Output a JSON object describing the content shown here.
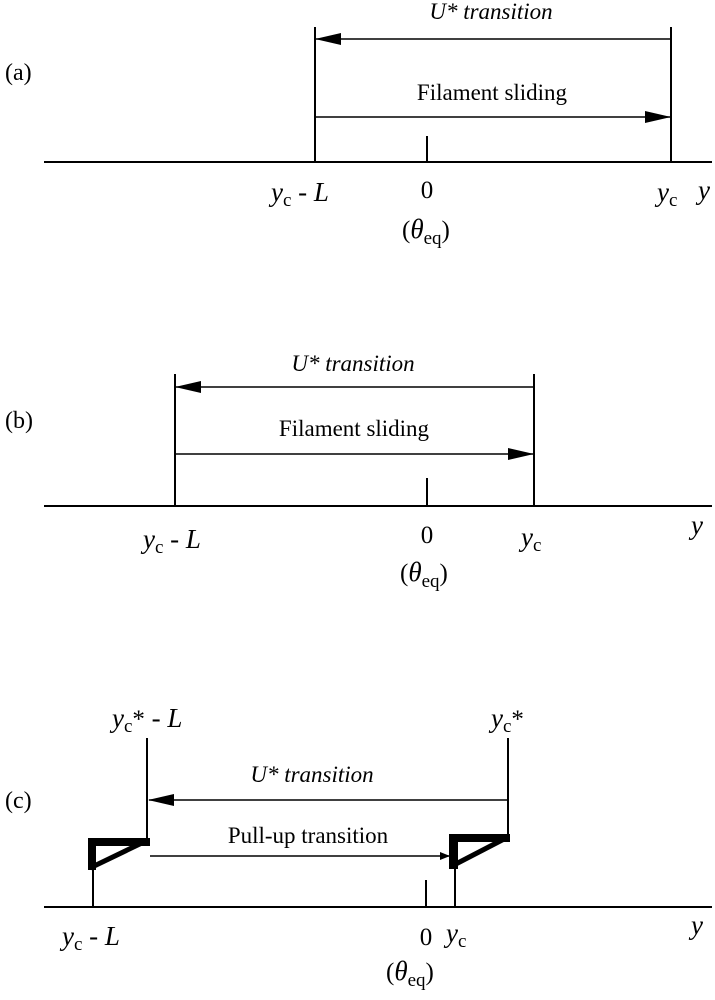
{
  "panels": [
    {
      "label": "(a)",
      "top_arrow_caption": "U* transition",
      "bottom_arrow_caption": "Filament sliding",
      "tick_left": {
        "base": "y",
        "sub": "c",
        "suffix": " - L"
      },
      "tick_zero": "0",
      "tick_right": {
        "base": "y",
        "sub": "c"
      },
      "axis_var": "y",
      "theta": {
        "open": "(",
        "sym": "θ",
        "sub": "eq",
        "close": ")"
      }
    },
    {
      "label": "(b)",
      "top_arrow_caption": "U* transition",
      "bottom_arrow_caption": "Filament sliding",
      "tick_left": {
        "base": "y",
        "sub": "c",
        "suffix": " - L"
      },
      "tick_zero": "0",
      "tick_right": {
        "base": "y",
        "sub": "c"
      },
      "axis_var": "y",
      "theta": {
        "open": "(",
        "sym": "θ",
        "sub": "eq",
        "close": ")"
      }
    },
    {
      "label": "(c)",
      "top_arrow_caption": "U* transition",
      "bottom_arrow_caption": "Pull-up transition",
      "upper_left": {
        "base": "y",
        "sub": "c",
        "star": "*",
        "suffix": " - L"
      },
      "upper_right": {
        "base": "y",
        "sub": "c",
        "star": "*"
      },
      "tick_left": {
        "base": "y",
        "sub": "c",
        "suffix": " - L"
      },
      "tick_zero": "0",
      "tick_right": {
        "base": "y",
        "sub": "c"
      },
      "axis_var": "y",
      "theta": {
        "open": "(",
        "sym": "θ",
        "sub": "eq",
        "close": ")"
      }
    }
  ]
}
